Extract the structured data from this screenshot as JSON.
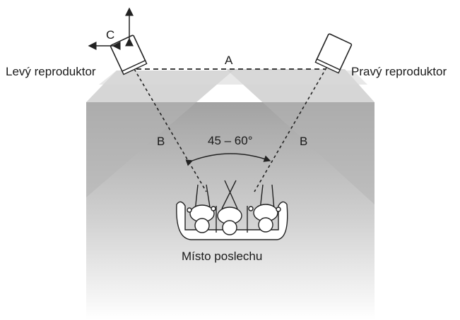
{
  "labels": {
    "left_speaker": "Levý reproduktor",
    "right_speaker": "Pravý reproduktor",
    "distance_a": "A",
    "distance_b_left": "B",
    "distance_b_right": "B",
    "adjust_c": "C",
    "angle": "45 – 60°",
    "listening_position": "Místo poslechu"
  },
  "colors": {
    "line": "#222222",
    "room_top": "#a9a9a9",
    "room_bottom": "#ffffff",
    "speaker_fill": "#ffffff"
  },
  "icons": {
    "left_speaker": "speaker-icon",
    "right_speaker": "speaker-icon",
    "listeners": "people-on-sofa-icon",
    "adjust": "double-arrow-icon"
  }
}
